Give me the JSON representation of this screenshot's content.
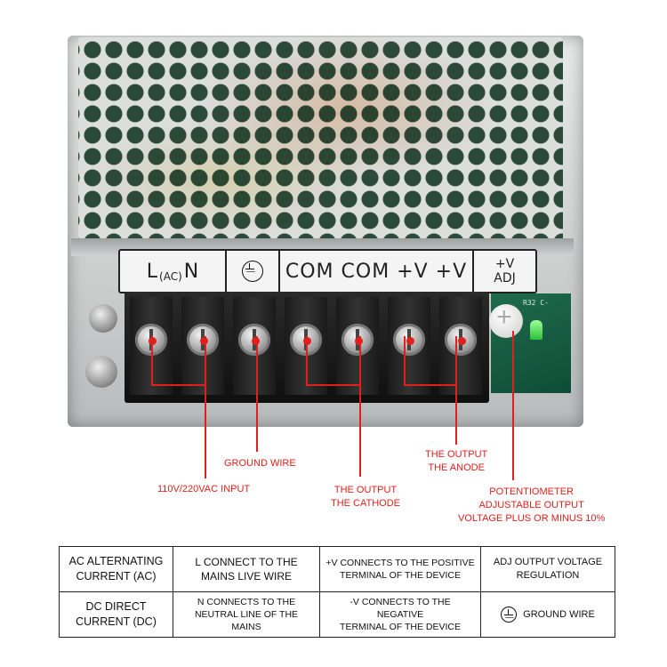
{
  "device_labels": {
    "ln_L": "L",
    "ln_ac": "(AC)",
    "ln_N": "N",
    "outputs": "COM COM +V +V",
    "adj_top": "+V",
    "adj_bottom": "ADJ",
    "pcb_mark": "R32 C-"
  },
  "callouts": {
    "ground_wire": "GROUND WIRE",
    "ac_input": "110V/220VAC INPUT",
    "cathode_1": "THE OUTPUT",
    "cathode_2": "THE CATHODE",
    "anode_1": "THE OUTPUT",
    "anode_2": "THE ANODE",
    "pot_1": "POTENTIOMETER",
    "pot_2": "ADJUSTABLE OUTPUT",
    "pot_3": "VOLTAGE PLUS OR MINUS 10%"
  },
  "legend": {
    "r1c1_a": "AC ALTERNATING",
    "r1c1_b": "CURRENT (AC)",
    "r1c2_a": "L  CONNECT TO THE",
    "r1c2_b": "MAINS LIVE WIRE",
    "r1c3_a": "+V CONNECTS TO THE POSITIVE",
    "r1c3_b": "TERMINAL OF THE DEVICE",
    "r1c4_a": "ADJ  OUTPUT VOLTAGE",
    "r1c4_b": "REGULATION",
    "r2c1_a": "DC DIRECT",
    "r2c1_b": "CURRENT (DC)",
    "r2c2_a": "N  CONNECTS TO THE",
    "r2c2_b": "NEUTRAL LINE OF THE MAINS",
    "r2c3_a": "-V CONNECTS TO THE NEGATIVE",
    "r2c3_b": "TERMINAL OF THE DEVICE",
    "r2c4": "GROUND WIRE"
  },
  "colors": {
    "callout": "#e0201b",
    "border": "#222222"
  },
  "icons": [
    "ground-symbol-icon"
  ]
}
